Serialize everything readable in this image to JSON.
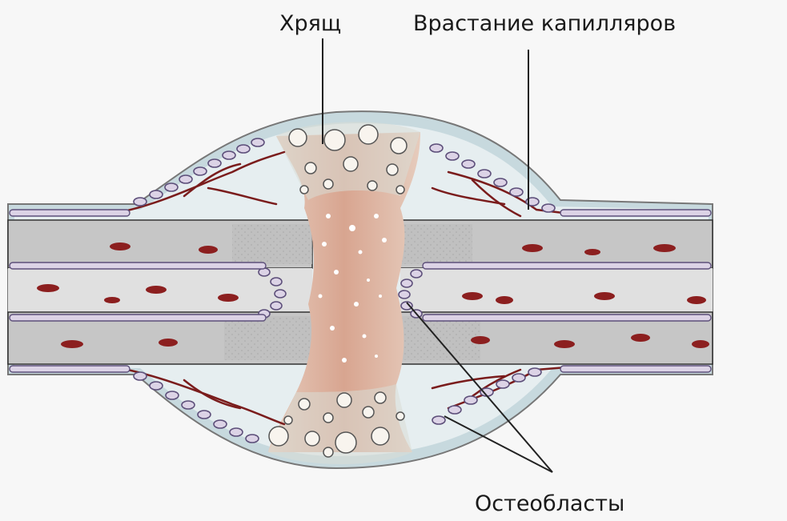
{
  "diagram": {
    "labels": {
      "cartilage": "Хрящ",
      "capillaries": "Врастание капилляров",
      "osteoblasts": "Остеобласты"
    },
    "colors": {
      "background": "#fafafa",
      "callus_outer": "#c9dbe0",
      "callus_inner": "#e6eef0",
      "cartilage": "#e2c3b3",
      "cartilage_core": "#d9a995",
      "bone": "#c6c6c6",
      "marrow": "#dedede",
      "cell_fill": "#dcd3e6",
      "cell_stroke": "#5d4f7a",
      "nucleus": "#8c1f1f",
      "capillary": "#7a1c1c",
      "outline": "#3a3a3a"
    }
  }
}
